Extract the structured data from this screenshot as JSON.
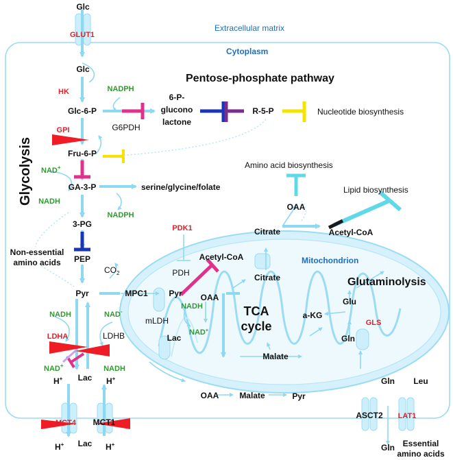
{
  "regions": {
    "extracellular": "Extracellular matrix",
    "cytoplasm": "Cytoplasm",
    "mitochondrion": "Mitochondrion"
  },
  "titles": {
    "ppp": "Pentose-phosphate pathway",
    "glycolysis": "Glycolysis",
    "glutaminolysis": "Glutaminolysis",
    "tca_line1": "TCA",
    "tca_line2": "cycle"
  },
  "metabolites": {
    "glc_out": "Glc",
    "glc_in": "Glc",
    "g6p": "Glc-6-P",
    "f6p": "Fru-6-P",
    "ga3p": "GA-3-P",
    "pg3": "3-PG",
    "pep": "PEP",
    "pyr": "Pyr",
    "lac": "Lac",
    "lac_out": "Lac",
    "pgl_line1": "6-P-",
    "pgl_line2": "glucono",
    "pgl_line3": "lactone",
    "r5p": "R-5-P",
    "serine": "serine/glycine/folate",
    "nonessential_line1": "Non-essential",
    "nonessential_line2": "amino acids",
    "co2": "CO",
    "co2_sub": "2",
    "pyr_mito": "Pyr",
    "acetylcoa_mito": "Acetyl-CoA",
    "lac_mito": "Lac",
    "oaa_mito": "OAA",
    "citrate_mito": "Citrate",
    "citrate_cyto": "Citrate",
    "oaa_cyto": "OAA",
    "acetylcoa_cyto": "Acetyl-CoA",
    "akg": "a-KG",
    "glu": "Glu",
    "gln_mito": "Gln",
    "malate_mito": "Malate",
    "oaa_bottom": "OAA",
    "malate_bottom": "Malate",
    "pyr_bottom": "Pyr",
    "gln_in": "Gln",
    "leu": "Leu",
    "gln_out": "Gln",
    "essential_line1": "Essential",
    "essential_line2": "amino acids",
    "hplus_left": "H",
    "hplus_right": "H",
    "hplus_out_left": "H",
    "hplus_out_right": "H",
    "plus_sign": "+"
  },
  "outputs": {
    "nucleotide": "Nucleotide biosynthesis",
    "amino_acid": "Amino acid biosynthesis",
    "lipid": "Lipid biosynthesis"
  },
  "enzymes": {
    "glut1": "GLUT1",
    "hk": "HK",
    "gpi": "GPI",
    "g6pdh": "G6PDH",
    "ldha": "LDHA",
    "ldhb": "LDHB",
    "mct4": "MCT4",
    "mct1": "MCT1",
    "pdk1": "PDK1",
    "pdh": "PDH",
    "mpc1": "MPC1",
    "mldh": "mLDH",
    "gls": "GLS",
    "asct2": "ASCT2",
    "lat1": "LAT1"
  },
  "cofactors": {
    "nadph_top": "NADPH",
    "nad_plus_left": "NAD",
    "nadh_left": "NADH",
    "nadph_mid": "NADPH",
    "nadh_ldha": "NADH",
    "nad_minus": "NAD",
    "nad_plus_ldha": "NAD",
    "nadh_ldhb": "NADH",
    "nadh_mito": "NADH",
    "nad_mito": "NAD"
  },
  "colors": {
    "flow": "#8fd8f2",
    "membrane": "#9adcf3",
    "inhibit_magenta": "#e0318c",
    "inhibit_blue": "#1a36b8",
    "inhibit_purple": "#7b2d8f",
    "inhibit_yellow": "#f5e400",
    "inhibit_cyan": "#5fd8e8",
    "enzyme_red": "#e0202a",
    "cofactor_green": "#2e9a2e",
    "label_blue": "#1a6fc0",
    "arrow_red": "#ee1c24"
  }
}
